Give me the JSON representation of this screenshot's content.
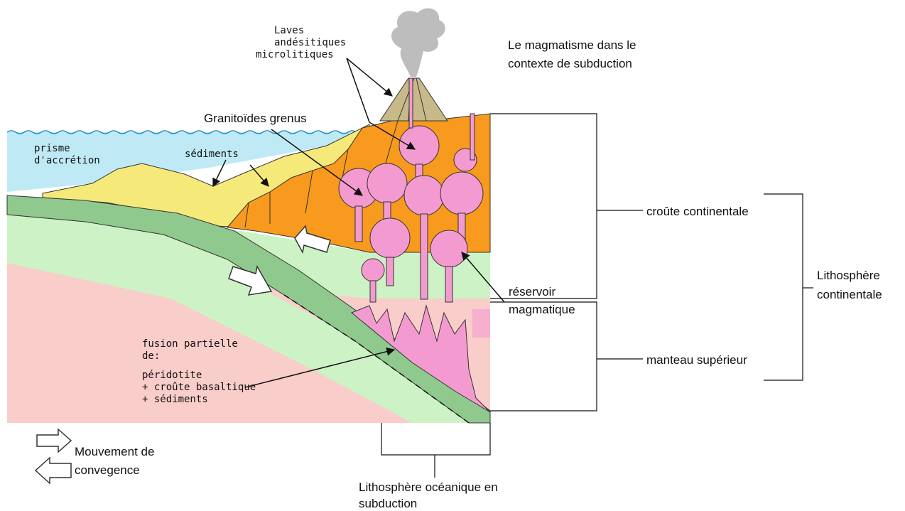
{
  "title": [
    "Le magmatisme dans le",
    "contexte de subduction"
  ],
  "labels": {
    "laves": [
      "Laves",
      "andésitiques",
      "microlitiques"
    ],
    "granitoides": "Granitoïdes grenus",
    "prisme": [
      "prisme",
      "d'accrétion"
    ],
    "sediments": "sédiments",
    "fusion": [
      "fusion partielle",
      "de:",
      "péridotite",
      "+ croûte basaltique",
      "+ sédiments"
    ],
    "reservoir": [
      "réservoir",
      "magmatique"
    ],
    "croute": "croûte continentale",
    "manteau": "manteau supérieur",
    "lithosphere_continentale": [
      "Lithosphère",
      "continentale"
    ],
    "lithosphere_oceanique": [
      "Lithosphère océanique en",
      "subduction"
    ],
    "legend": [
      "Mouvement de",
      "convegence"
    ]
  },
  "colors": {
    "ocean": "#bfeaf5",
    "crust": "#f79a1e",
    "accretion": "#f5e97a",
    "slab": "#8fc98d",
    "lithosphere": "#cdf2c6",
    "mantle": "#f9cdc9",
    "magma": "#f39bd0"
  }
}
